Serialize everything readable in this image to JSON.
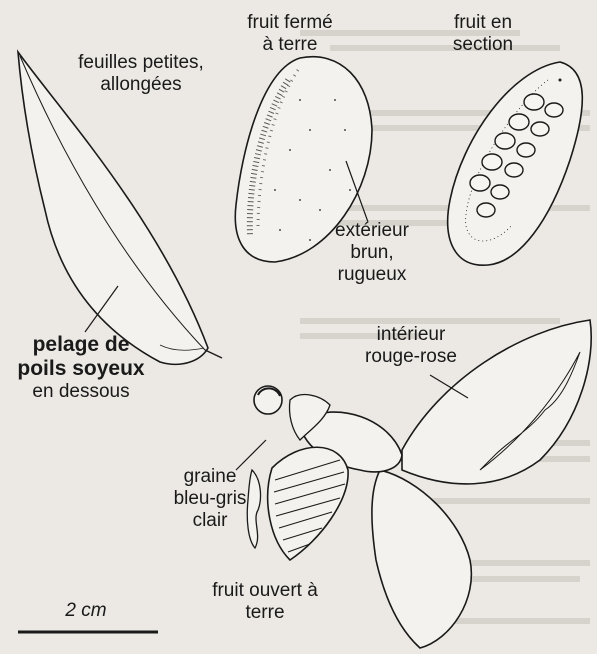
{
  "labels": {
    "leaves": {
      "line1": "feuilles petites,",
      "line2": "allongées"
    },
    "closed_fruit": {
      "line1": "fruit fermé",
      "line2": "à terre"
    },
    "section_fruit": {
      "line1": "fruit en",
      "line2": "section"
    },
    "exterior": {
      "line1": "extérieur",
      "line2": "brun,",
      "line3": "rugueux"
    },
    "interior": {
      "line1": "intérieur",
      "line2": "rouge-rose"
    },
    "pelage": {
      "line1": "pelage de",
      "line2": "poils soyeux",
      "line3": "en dessous"
    },
    "seed": {
      "line1": "graine",
      "line2": "bleu-gris",
      "line3": "clair"
    },
    "open_fruit": {
      "line1": "fruit ouvert à",
      "line2": "terre"
    },
    "scale": "2 cm"
  },
  "colors": {
    "ink": "#1a1a1a",
    "paper": "#ece9e4",
    "flesh": "#f7f5f1"
  }
}
